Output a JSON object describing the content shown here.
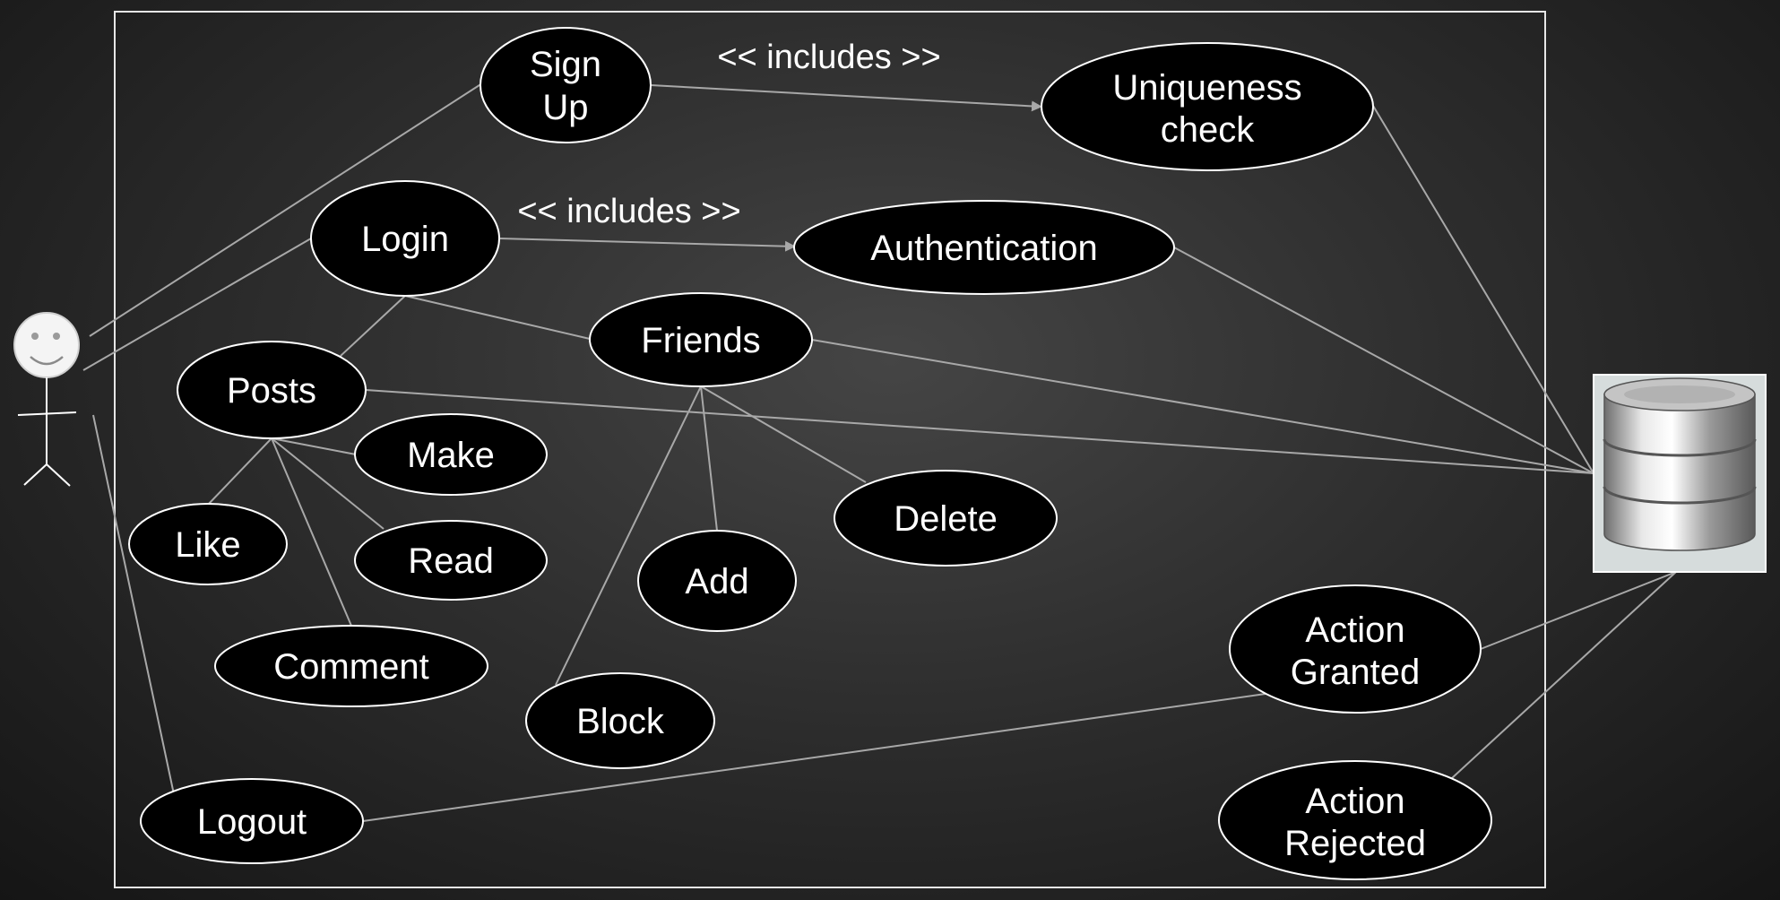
{
  "diagram": {
    "type": "use-case",
    "colors": {
      "background": "#2e2e2e",
      "ellipse_fill": "#000000",
      "stroke": "#ffffff",
      "connector": "#a8a8a8"
    },
    "actor_icon": "stick-figure-smiley",
    "database_icon": "database-cylinder-icon",
    "use_cases": {
      "signup": [
        "Sign",
        "Up"
      ],
      "uniqueness": [
        "Uniqueness",
        "check"
      ],
      "login": [
        "Login"
      ],
      "auth": [
        "Authentication"
      ],
      "friends": [
        "Friends"
      ],
      "posts": [
        "Posts"
      ],
      "make": [
        "Make"
      ],
      "like": [
        "Like"
      ],
      "read": [
        "Read"
      ],
      "comment": [
        "Comment"
      ],
      "add": [
        "Add"
      ],
      "delete": [
        "Delete"
      ],
      "block": [
        "Block"
      ],
      "granted": [
        "Action",
        "Granted"
      ],
      "rejected": [
        "Action",
        "Rejected"
      ],
      "logout": [
        "Logout"
      ]
    },
    "includes_labels": [
      "<< includes >>",
      "<< includes >>"
    ]
  }
}
